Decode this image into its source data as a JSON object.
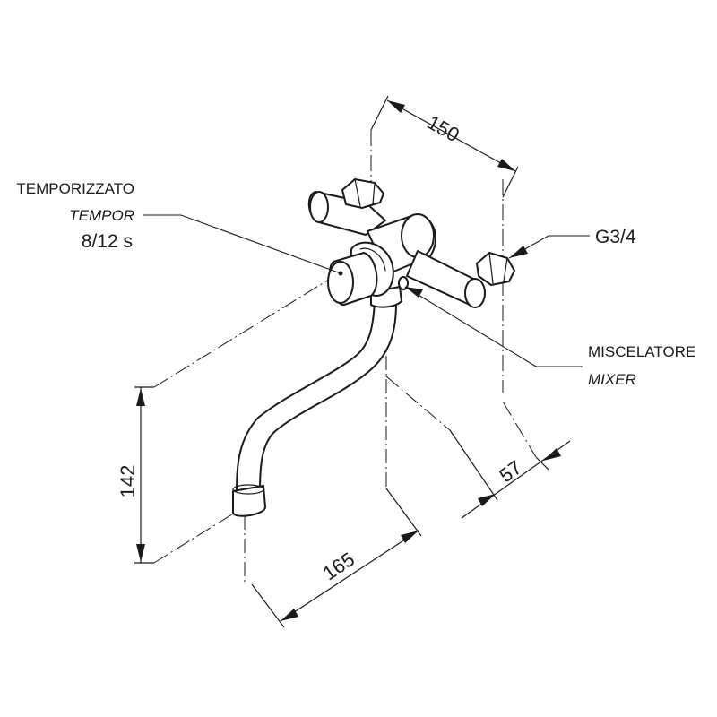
{
  "labels": {
    "timer_it": "TEMPORIZZATO",
    "timer_en": "TEMPOR",
    "timer_time": "8/12 s",
    "thread": "G3/4",
    "mixer_it": "MISCELATORE",
    "mixer_en": "MIXER"
  },
  "dimensions": {
    "inlet_spacing": "150",
    "height": "142",
    "spout_reach": "165",
    "depth": "57"
  }
}
